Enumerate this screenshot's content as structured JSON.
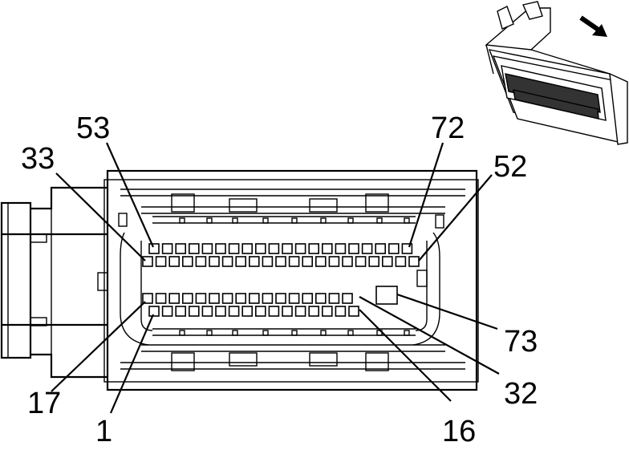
{
  "diagram": {
    "labels": {
      "pin_53": "53",
      "pin_72": "72",
      "pin_33": "33",
      "pin_52": "52",
      "pin_73": "73",
      "pin_32": "32",
      "pin_17": "17",
      "pin_1": "1",
      "pin_16": "16"
    },
    "rows": {
      "top_row_pins": 20,
      "second_row_pins": 21,
      "third_row_pins": 16,
      "bottom_row_pins": 16
    },
    "colors": {
      "line": "#000000",
      "background": "#ffffff"
    },
    "icons": {
      "direction_arrow": "arrow-down-right-icon",
      "connector_thumbnail": "connector-3d-icon"
    }
  }
}
